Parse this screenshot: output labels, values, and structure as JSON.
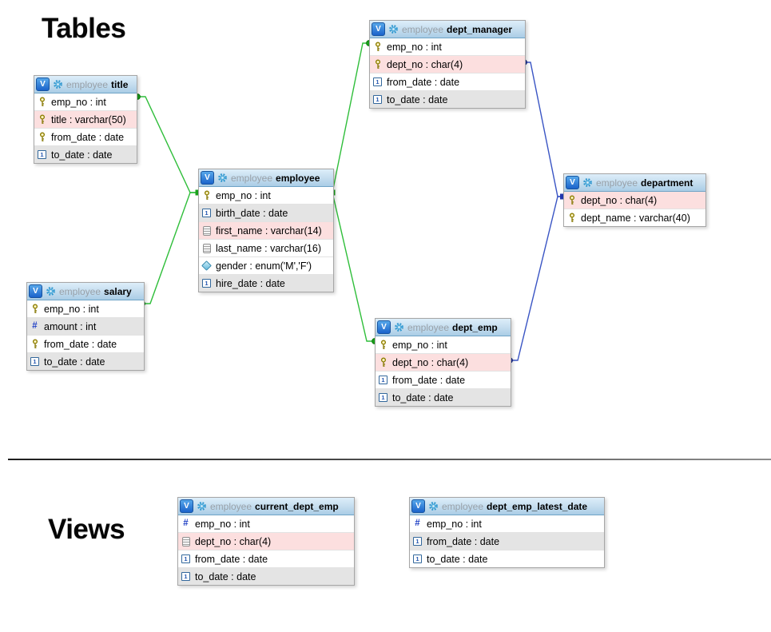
{
  "headings": {
    "tables": "Tables",
    "views": "Views"
  },
  "badge_letter": "V",
  "tables": [
    {
      "schema": "employee",
      "name": "title",
      "rows": [
        {
          "icon": "key",
          "text": "emp_no : int",
          "bg": "white"
        },
        {
          "icon": "key",
          "text": "title : varchar(50)",
          "bg": "pink"
        },
        {
          "icon": "key",
          "text": "from_date : date",
          "bg": "white"
        },
        {
          "icon": "date",
          "text": "to_date : date",
          "bg": "gray"
        }
      ]
    },
    {
      "schema": "employee",
      "name": "employee",
      "rows": [
        {
          "icon": "key",
          "text": "emp_no : int",
          "bg": "white"
        },
        {
          "icon": "date",
          "text": "birth_date : date",
          "bg": "gray"
        },
        {
          "icon": "text",
          "text": "first_name : varchar(14)",
          "bg": "pink"
        },
        {
          "icon": "text",
          "text": "last_name : varchar(16)",
          "bg": "white"
        },
        {
          "icon": "enum",
          "text": "gender : enum('M','F')",
          "bg": "white"
        },
        {
          "icon": "date",
          "text": "hire_date : date",
          "bg": "gray"
        }
      ]
    },
    {
      "schema": "employee",
      "name": "dept_manager",
      "rows": [
        {
          "icon": "key",
          "text": "emp_no : int",
          "bg": "white"
        },
        {
          "icon": "key",
          "text": "dept_no : char(4)",
          "bg": "pink"
        },
        {
          "icon": "date",
          "text": "from_date : date",
          "bg": "white"
        },
        {
          "icon": "date",
          "text": "to_date : date",
          "bg": "gray"
        }
      ]
    },
    {
      "schema": "employee",
      "name": "department",
      "rows": [
        {
          "icon": "key",
          "text": "dept_no : char(4)",
          "bg": "pink"
        },
        {
          "icon": "key",
          "text": "dept_name : varchar(40)",
          "bg": "white"
        }
      ]
    },
    {
      "schema": "employee",
      "name": "salary",
      "rows": [
        {
          "icon": "key",
          "text": "emp_no : int",
          "bg": "white"
        },
        {
          "icon": "hash",
          "text": "amount : int",
          "bg": "gray"
        },
        {
          "icon": "key",
          "text": "from_date : date",
          "bg": "white"
        },
        {
          "icon": "date",
          "text": "to_date : date",
          "bg": "gray"
        }
      ]
    },
    {
      "schema": "employee",
      "name": "dept_emp",
      "rows": [
        {
          "icon": "key",
          "text": "emp_no : int",
          "bg": "white"
        },
        {
          "icon": "key",
          "text": "dept_no : char(4)",
          "bg": "pink"
        },
        {
          "icon": "date",
          "text": "from_date : date",
          "bg": "white"
        },
        {
          "icon": "date",
          "text": "to_date : date",
          "bg": "gray"
        }
      ]
    }
  ],
  "views": [
    {
      "schema": "employee",
      "name": "current_dept_emp",
      "rows": [
        {
          "icon": "hash",
          "text": "emp_no : int",
          "bg": "white"
        },
        {
          "icon": "text",
          "text": "dept_no : char(4)",
          "bg": "pink"
        },
        {
          "icon": "date",
          "text": "from_date : date",
          "bg": "white"
        },
        {
          "icon": "date",
          "text": "to_date : date",
          "bg": "gray"
        }
      ]
    },
    {
      "schema": "employee",
      "name": "dept_emp_latest_date",
      "rows": [
        {
          "icon": "hash",
          "text": "emp_no : int",
          "bg": "white"
        },
        {
          "icon": "date",
          "text": "from_date : date",
          "bg": "gray"
        },
        {
          "icon": "date",
          "text": "to_date : date",
          "bg": "white"
        }
      ]
    }
  ],
  "relations": [
    {
      "from": "title.emp_no",
      "to": "employee.emp_no",
      "color": "#2fbe3a"
    },
    {
      "from": "salary.emp_no",
      "to": "employee.emp_no",
      "color": "#2fbe3a"
    },
    {
      "from": "employee.emp_no",
      "to": "dept_manager.emp_no",
      "color": "#2fbe3a"
    },
    {
      "from": "employee.emp_no",
      "to": "dept_emp.emp_no",
      "color": "#2fbe3a"
    },
    {
      "from": "dept_manager.dept_no",
      "to": "department.dept_no",
      "color": "#3a55c4"
    },
    {
      "from": "dept_emp.dept_no",
      "to": "department.dept_no",
      "color": "#3a55c4"
    }
  ],
  "colors": {
    "relation_green": "#2fbe3a",
    "relation_blue": "#3a55c4",
    "header_blue": "#c3dcee",
    "badge_blue": "#1b63cb",
    "row_pink": "#fcdfdf",
    "row_gray": "#e4e4e4"
  }
}
